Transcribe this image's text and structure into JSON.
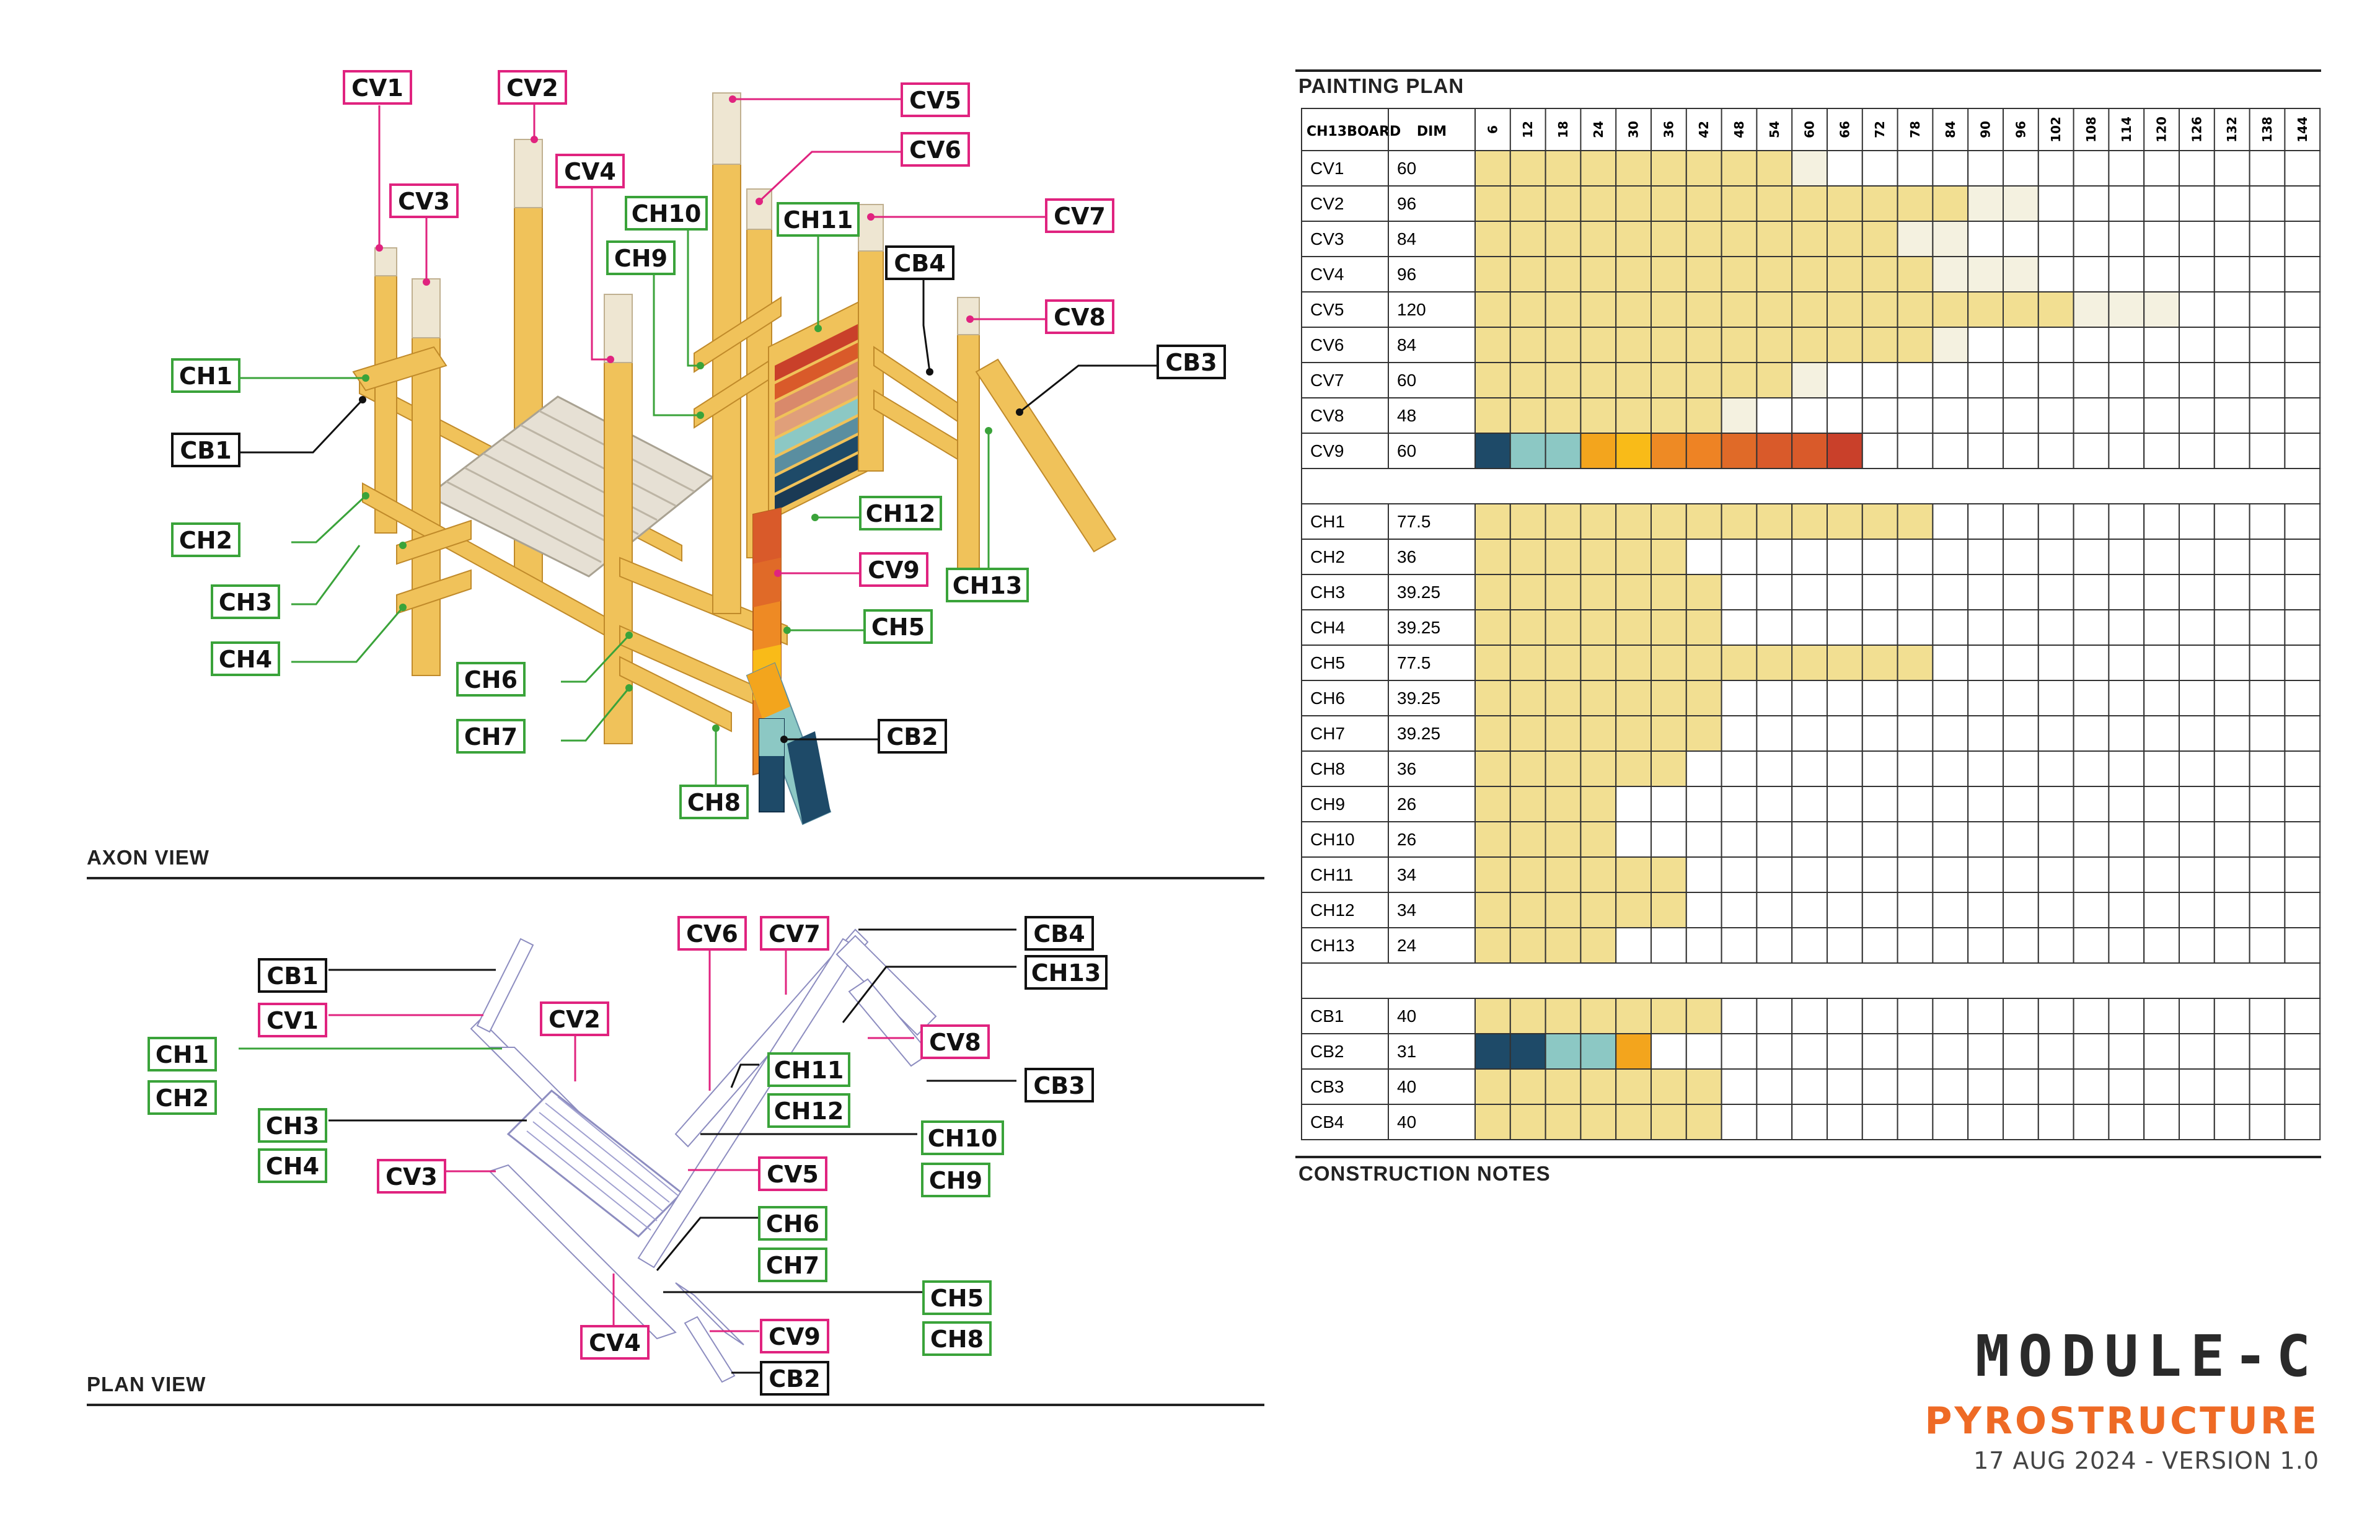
{
  "sections": {
    "axon": "AXON VIEW",
    "plan": "PLAN VIEW",
    "painting": "PAINTING  PLAN",
    "notes": "CONSTRUCTION NOTES"
  },
  "branding": {
    "module": "MODULE-C",
    "title": "PYROSTRUCTURE",
    "date": "17 AUG 2024 - VERSION 1.0"
  },
  "colors": {
    "wood": "#f0c25a",
    "wood_dark": "#d99e35",
    "cap": "#eee6d2",
    "deck": "#e6e0d4",
    "pink": "#e0237f",
    "green": "#3aa33a",
    "black": "#111111",
    "cell_full": "#f2df92",
    "cell_pale": "#f4f1e0",
    "c1": "#1e4a68",
    "c2": "#8cc8c4",
    "c3": "#f3a51d",
    "c4": "#f9bb18",
    "c5": "#ee8a24",
    "c6": "#ee8324",
    "c7": "#e06a28",
    "c8": "#d95a2a",
    "c9": "#c9402a"
  },
  "axon_labels": [
    {
      "id": "cv1",
      "text": "CV1",
      "type": "cv"
    },
    {
      "id": "cv2",
      "text": "CV2",
      "type": "cv"
    },
    {
      "id": "cv3",
      "text": "CV3",
      "type": "cv"
    },
    {
      "id": "cv4",
      "text": "CV4",
      "type": "cv"
    },
    {
      "id": "cv5",
      "text": "CV5",
      "type": "cv"
    },
    {
      "id": "cv6",
      "text": "CV6",
      "type": "cv"
    },
    {
      "id": "cv7",
      "text": "CV7",
      "type": "cv"
    },
    {
      "id": "cv8",
      "text": "CV8",
      "type": "cv"
    },
    {
      "id": "cv9",
      "text": "CV9",
      "type": "cv"
    },
    {
      "id": "ch1",
      "text": "CH1",
      "type": "ch"
    },
    {
      "id": "ch2",
      "text": "CH2",
      "type": "ch"
    },
    {
      "id": "ch3",
      "text": "CH3",
      "type": "ch"
    },
    {
      "id": "ch4",
      "text": "CH4",
      "type": "ch"
    },
    {
      "id": "ch5",
      "text": "CH5",
      "type": "ch"
    },
    {
      "id": "ch6",
      "text": "CH6",
      "type": "ch"
    },
    {
      "id": "ch7",
      "text": "CH7",
      "type": "ch"
    },
    {
      "id": "ch8",
      "text": "CH8",
      "type": "ch"
    },
    {
      "id": "ch9",
      "text": "CH9",
      "type": "ch"
    },
    {
      "id": "ch10",
      "text": "CH10",
      "type": "ch"
    },
    {
      "id": "ch11",
      "text": "CH11",
      "type": "ch"
    },
    {
      "id": "ch12",
      "text": "CH12",
      "type": "ch"
    },
    {
      "id": "ch13",
      "text": "CH13",
      "type": "ch"
    },
    {
      "id": "cb1",
      "text": "CB1",
      "type": "cb"
    },
    {
      "id": "cb2",
      "text": "CB2",
      "type": "cb"
    },
    {
      "id": "cb3",
      "text": "CB3",
      "type": "cb"
    },
    {
      "id": "cb4",
      "text": "CB4",
      "type": "cb"
    }
  ],
  "plan_labels": [
    {
      "id": "cb1",
      "text": "CB1",
      "type": "cb"
    },
    {
      "id": "cv1",
      "text": "CV1",
      "type": "cv"
    },
    {
      "id": "ch1",
      "text": "CH1",
      "type": "ch"
    },
    {
      "id": "ch2",
      "text": "CH2",
      "type": "ch"
    },
    {
      "id": "ch3",
      "text": "CH3",
      "type": "ch"
    },
    {
      "id": "ch4",
      "text": "CH4",
      "type": "ch"
    },
    {
      "id": "cv3",
      "text": "CV3",
      "type": "cv"
    },
    {
      "id": "cv2",
      "text": "CV2",
      "type": "cv"
    },
    {
      "id": "cv4",
      "text": "CV4",
      "type": "cv"
    },
    {
      "id": "cv6",
      "text": "CV6",
      "type": "cv"
    },
    {
      "id": "cv7",
      "text": "CV7",
      "type": "cv"
    },
    {
      "id": "cb4",
      "text": "CB4",
      "type": "cb"
    },
    {
      "id": "ch13",
      "text": "CH13",
      "type": "cb"
    },
    {
      "id": "cv8",
      "text": "CV8",
      "type": "cv"
    },
    {
      "id": "cb3",
      "text": "CB3",
      "type": "cb"
    },
    {
      "id": "ch11",
      "text": "CH11",
      "type": "ch"
    },
    {
      "id": "ch12",
      "text": "CH12",
      "type": "ch"
    },
    {
      "id": "ch10",
      "text": "CH10",
      "type": "ch"
    },
    {
      "id": "ch9",
      "text": "CH9",
      "type": "ch"
    },
    {
      "id": "cv5",
      "text": "CV5",
      "type": "cv"
    },
    {
      "id": "ch6",
      "text": "CH6",
      "type": "ch"
    },
    {
      "id": "ch7",
      "text": "CH7",
      "type": "ch"
    },
    {
      "id": "ch5",
      "text": "CH5",
      "type": "ch"
    },
    {
      "id": "ch8",
      "text": "CH8",
      "type": "ch"
    },
    {
      "id": "cv9",
      "text": "CV9",
      "type": "cv"
    },
    {
      "id": "cb2",
      "text": "CB2",
      "type": "cb"
    }
  ],
  "table": {
    "header_board": "CH13BOARD",
    "header_dim": "DIM",
    "columns": [
      "6",
      "12",
      "18",
      "24",
      "30",
      "36",
      "42",
      "48",
      "54",
      "60",
      "66",
      "72",
      "78",
      "84",
      "90",
      "96",
      "102",
      "108",
      "114",
      "120",
      "126",
      "132",
      "138",
      "144"
    ],
    "groups": [
      [
        {
          "name": "CV1",
          "dim": "60",
          "cells": "FFFFFFFFFP"
        },
        {
          "name": "CV2",
          "dim": "96",
          "cells": "FFFFFFFFFFFFFFPP"
        },
        {
          "name": "CV3",
          "dim": "84",
          "cells": "FFFFFFFFFFFFPP"
        },
        {
          "name": "CV4",
          "dim": "96",
          "cells": "FFFFFFFFFFFFFPPP"
        },
        {
          "name": "CV5",
          "dim": "120",
          "cells": "FFFFFFFFFFFFFFFFFPPP"
        },
        {
          "name": "CV6",
          "dim": "84",
          "cells": "FFFFFFFFFFFFFP"
        },
        {
          "name": "CV7",
          "dim": "60",
          "cells": "FFFFFFFFFP"
        },
        {
          "name": "CV8",
          "dim": "48",
          "cells": "FFFFFFFP"
        },
        {
          "name": "CV9",
          "dim": "60",
          "cells": "122345678.9"
        }
      ],
      [
        {
          "name": "CH1",
          "dim": "77.5",
          "cells": "FFFFFFFFFFFFF"
        },
        {
          "name": "CH2",
          "dim": "36",
          "cells": "FFFFFF"
        },
        {
          "name": "CH3",
          "dim": "39.25",
          "cells": "FFFFFFF"
        },
        {
          "name": "CH4",
          "dim": "39.25",
          "cells": "FFFFFFF"
        },
        {
          "name": "CH5",
          "dim": "77.5",
          "cells": "FFFFFFFFFFFFF"
        },
        {
          "name": "CH6",
          "dim": "39.25",
          "cells": "FFFFFFF"
        },
        {
          "name": "CH7",
          "dim": "39.25",
          "cells": "FFFFFFF"
        },
        {
          "name": "CH8",
          "dim": "36",
          "cells": "FFFFFF"
        },
        {
          "name": "CH9",
          "dim": "26",
          "cells": "FFFF"
        },
        {
          "name": "CH10",
          "dim": "26",
          "cells": "FFFF"
        },
        {
          "name": "CH11",
          "dim": "34",
          "cells": "FFFFFF"
        },
        {
          "name": "CH12",
          "dim": "34",
          "cells": "FFFFFF"
        },
        {
          "name": "CH13",
          "dim": "24",
          "cells": "FFFF"
        }
      ],
      [
        {
          "name": "CB1",
          "dim": "40",
          "cells": "FFFFFFF"
        },
        {
          "name": "CB2",
          "dim": "31",
          "cells": "11223"
        },
        {
          "name": "CB3",
          "dim": "40",
          "cells": "FFFFFFF"
        },
        {
          "name": "CB4",
          "dim": "40",
          "cells": "FFFFFFF"
        }
      ]
    ]
  }
}
